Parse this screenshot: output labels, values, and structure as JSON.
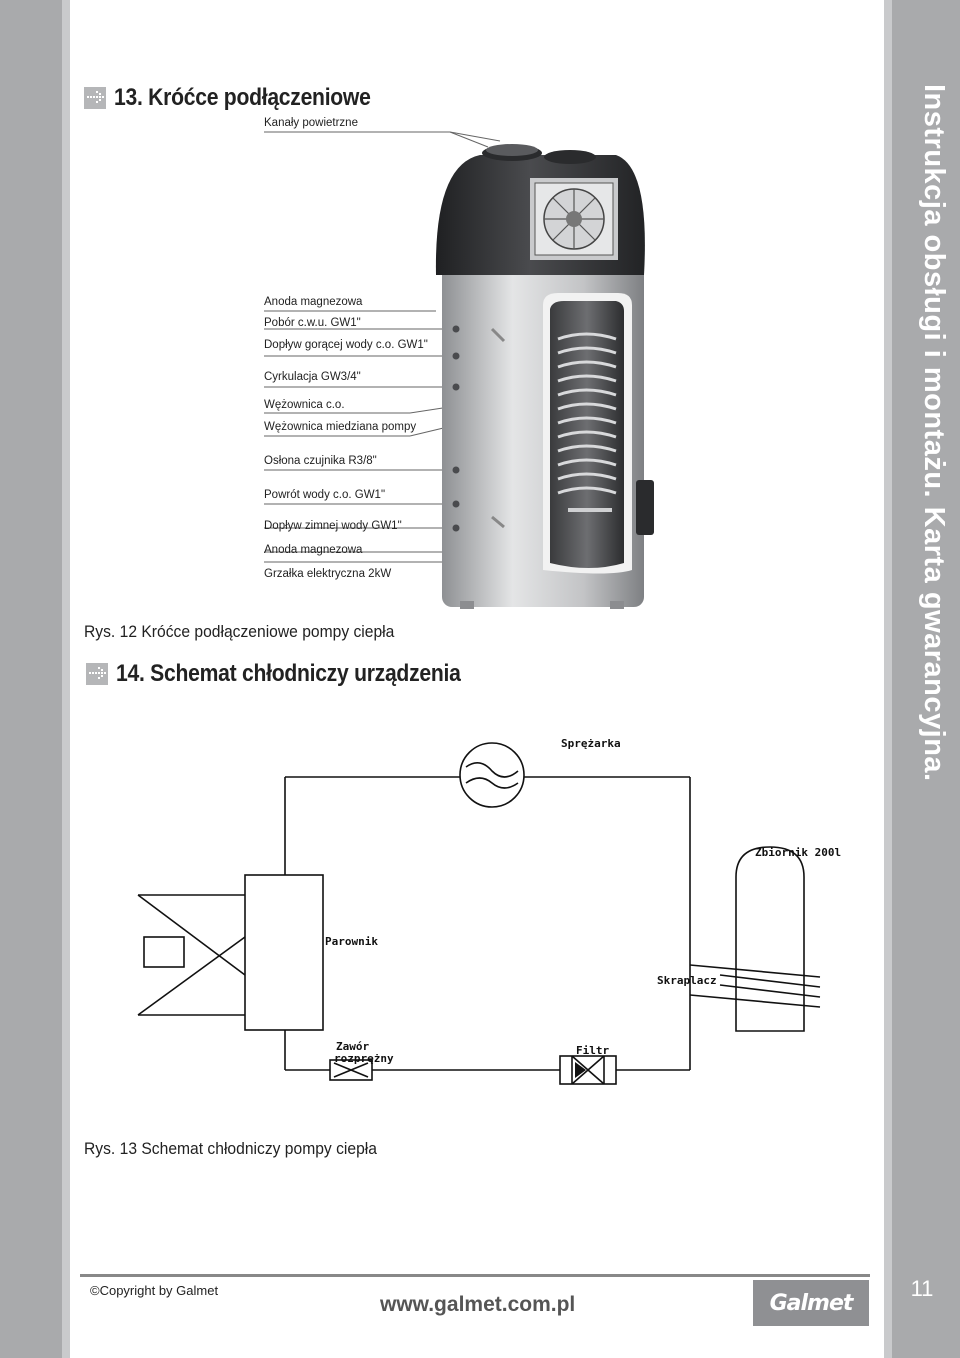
{
  "side_title": "Instrukcja obsługi i montażu. Karta gwarancyjna.",
  "section13": {
    "title": "13. Króćce podłączeniowe"
  },
  "figure12": {
    "labels": [
      "Kanały powietrzne",
      "Anoda magnezowa",
      "Pobór c.w.u. GW1\"",
      "Dopływ gorącej wody c.o. GW1\"",
      "Cyrkulacja GW3/4\"",
      "Wężownica c.o.",
      "Wężownica miedziana pompy",
      "Osłona czujnika R3/8\"",
      "Powrót wody c.o. GW1\"",
      "Dopływ zimnej wody GW1\"",
      "Anoda magnezowa",
      "Grzałka elektryczna 2kW"
    ],
    "caption": "Rys. 12 Króćce podłączeniowe pompy ciepła"
  },
  "section14": {
    "title": "14. Schemat chłodniczy urządzenia"
  },
  "figure13": {
    "labels": {
      "compressor": "Sprężarka",
      "tank": "Zbiornik 200l",
      "evaporator": "Parownik",
      "condenser": "Skraplacz",
      "valve_line1": "Zawór",
      "valve_line2": "rozprężny",
      "filter": "Filtr"
    },
    "caption": "Rys. 13 Schemat chłodniczy pompy ciepła"
  },
  "footer": {
    "copyright": "©Copyright by Galmet",
    "website": "www.galmet.com.pl",
    "logo_text": "Galmet",
    "page_number": "11"
  },
  "colors": {
    "band": "#a9aaac",
    "logo_bg": "#8f9093"
  }
}
